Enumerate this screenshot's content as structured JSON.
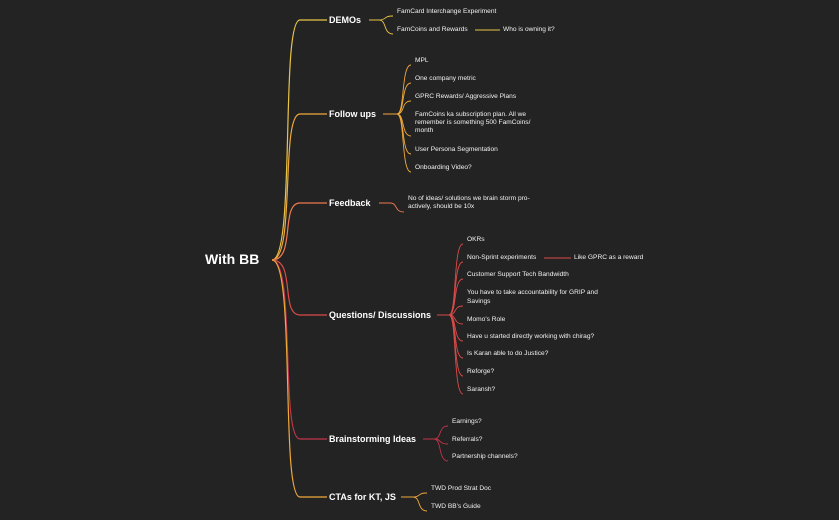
{
  "root": {
    "label": "With BB"
  },
  "colors": {
    "background": "#232323",
    "text": "#ffffff",
    "demos": "#e8c547",
    "follow_ups": "#f0a93a",
    "feedback": "#ef7950",
    "questions": "#d94b48",
    "brainstorming": "#c2344a",
    "ctas": "#f0a83b"
  },
  "branches": [
    {
      "label": "DEMOs",
      "children": [
        {
          "label": "FamCard Interchange Experiment"
        },
        {
          "label": "FamCoins and Rewards",
          "child": "Who is owning it?"
        }
      ]
    },
    {
      "label": "Follow ups",
      "children": [
        {
          "label": "MPL"
        },
        {
          "label": "One company metric"
        },
        {
          "label": "GPRC Rewards/ Aggressive Plans"
        },
        {
          "label": "FamCoins ka subscription plan. All we\nremember is something 500 FamCoins/\nmonth"
        },
        {
          "label": "User Persona Segmentation"
        },
        {
          "label": "Onboarding Video?"
        }
      ]
    },
    {
      "label": "Feedback",
      "children": [
        {
          "label": "No of ideas/ solutions we brain storm pro-\nactively, should be 10x"
        }
      ]
    },
    {
      "label": "Questions/ Discussions",
      "children": [
        {
          "label": "OKRs"
        },
        {
          "label": "Non-Sprint experiments",
          "child": "Like GPRC as a reward"
        },
        {
          "label": "Customer Support Tech Bandwidth"
        },
        {
          "label": "You have to take accountability for GRIP and\nSavings"
        },
        {
          "label": "Momo's Role"
        },
        {
          "label": "Have u started directly working with chirag?"
        },
        {
          "label": "Is Karan able to do Justice?"
        },
        {
          "label": "Reforge?"
        },
        {
          "label": "Saransh?"
        }
      ]
    },
    {
      "label": "Brainstorming Ideas",
      "children": [
        {
          "label": "Earnings?"
        },
        {
          "label": "Referrals?"
        },
        {
          "label": "Partnership channels?"
        }
      ]
    },
    {
      "label": "CTAs for KT, JS",
      "children": [
        {
          "label": "TWD Prod Strat Doc"
        },
        {
          "label": "TWD BB's Guide"
        }
      ]
    }
  ]
}
